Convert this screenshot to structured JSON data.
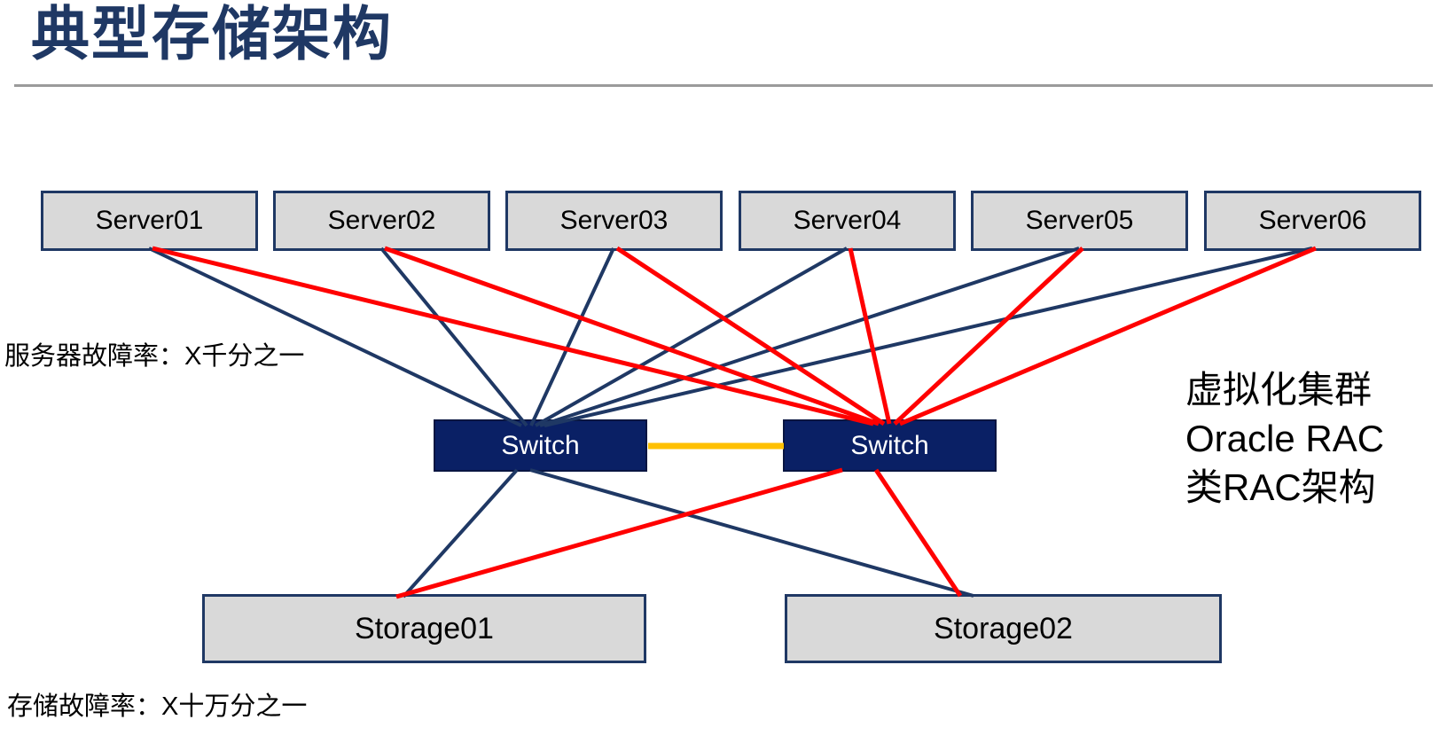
{
  "title": "典型存储架构",
  "servers": [
    "Server01",
    "Server02",
    "Server03",
    "Server04",
    "Server05",
    "Server06"
  ],
  "switches": {
    "left": "Switch",
    "right": "Switch"
  },
  "storages": [
    "Storage01",
    "Storage02"
  ],
  "labels": {
    "server_failure_rate": "服务器故障率：X千分之一",
    "storage_failure_rate": "存储故障率：X十万分之一"
  },
  "annotation": {
    "lines": [
      "虚拟化集群",
      "Oracle RAC",
      "类RAC架构"
    ]
  },
  "colors": {
    "title": "#1F3864",
    "divider": "#9B9B9B",
    "node_fill": "#D9D9D9",
    "node_border": "#1F3864",
    "switch_fill": "#0A2065",
    "navy_line": "#1F3864",
    "red_line": "#FF0000",
    "yellow_line": "#FFC000",
    "text_black": "#000000"
  },
  "connections": [
    {
      "from": "Server01",
      "to": "Switch-left",
      "color": "navy"
    },
    {
      "from": "Server02",
      "to": "Switch-left",
      "color": "navy"
    },
    {
      "from": "Server03",
      "to": "Switch-left",
      "color": "navy"
    },
    {
      "from": "Server04",
      "to": "Switch-left",
      "color": "navy"
    },
    {
      "from": "Server05",
      "to": "Switch-left",
      "color": "navy"
    },
    {
      "from": "Server06",
      "to": "Switch-left",
      "color": "navy"
    },
    {
      "from": "Server01",
      "to": "Switch-right",
      "color": "red"
    },
    {
      "from": "Server02",
      "to": "Switch-right",
      "color": "red"
    },
    {
      "from": "Server03",
      "to": "Switch-right",
      "color": "red"
    },
    {
      "from": "Server04",
      "to": "Switch-right",
      "color": "red"
    },
    {
      "from": "Server05",
      "to": "Switch-right",
      "color": "red"
    },
    {
      "from": "Server06",
      "to": "Switch-right",
      "color": "red"
    },
    {
      "from": "Switch-left",
      "to": "Storage01",
      "color": "navy"
    },
    {
      "from": "Switch-left",
      "to": "Storage02",
      "color": "navy"
    },
    {
      "from": "Switch-right",
      "to": "Storage01",
      "color": "red"
    },
    {
      "from": "Switch-right",
      "to": "Storage02",
      "color": "red"
    },
    {
      "from": "Switch-left",
      "to": "Switch-right",
      "color": "yellow"
    }
  ]
}
